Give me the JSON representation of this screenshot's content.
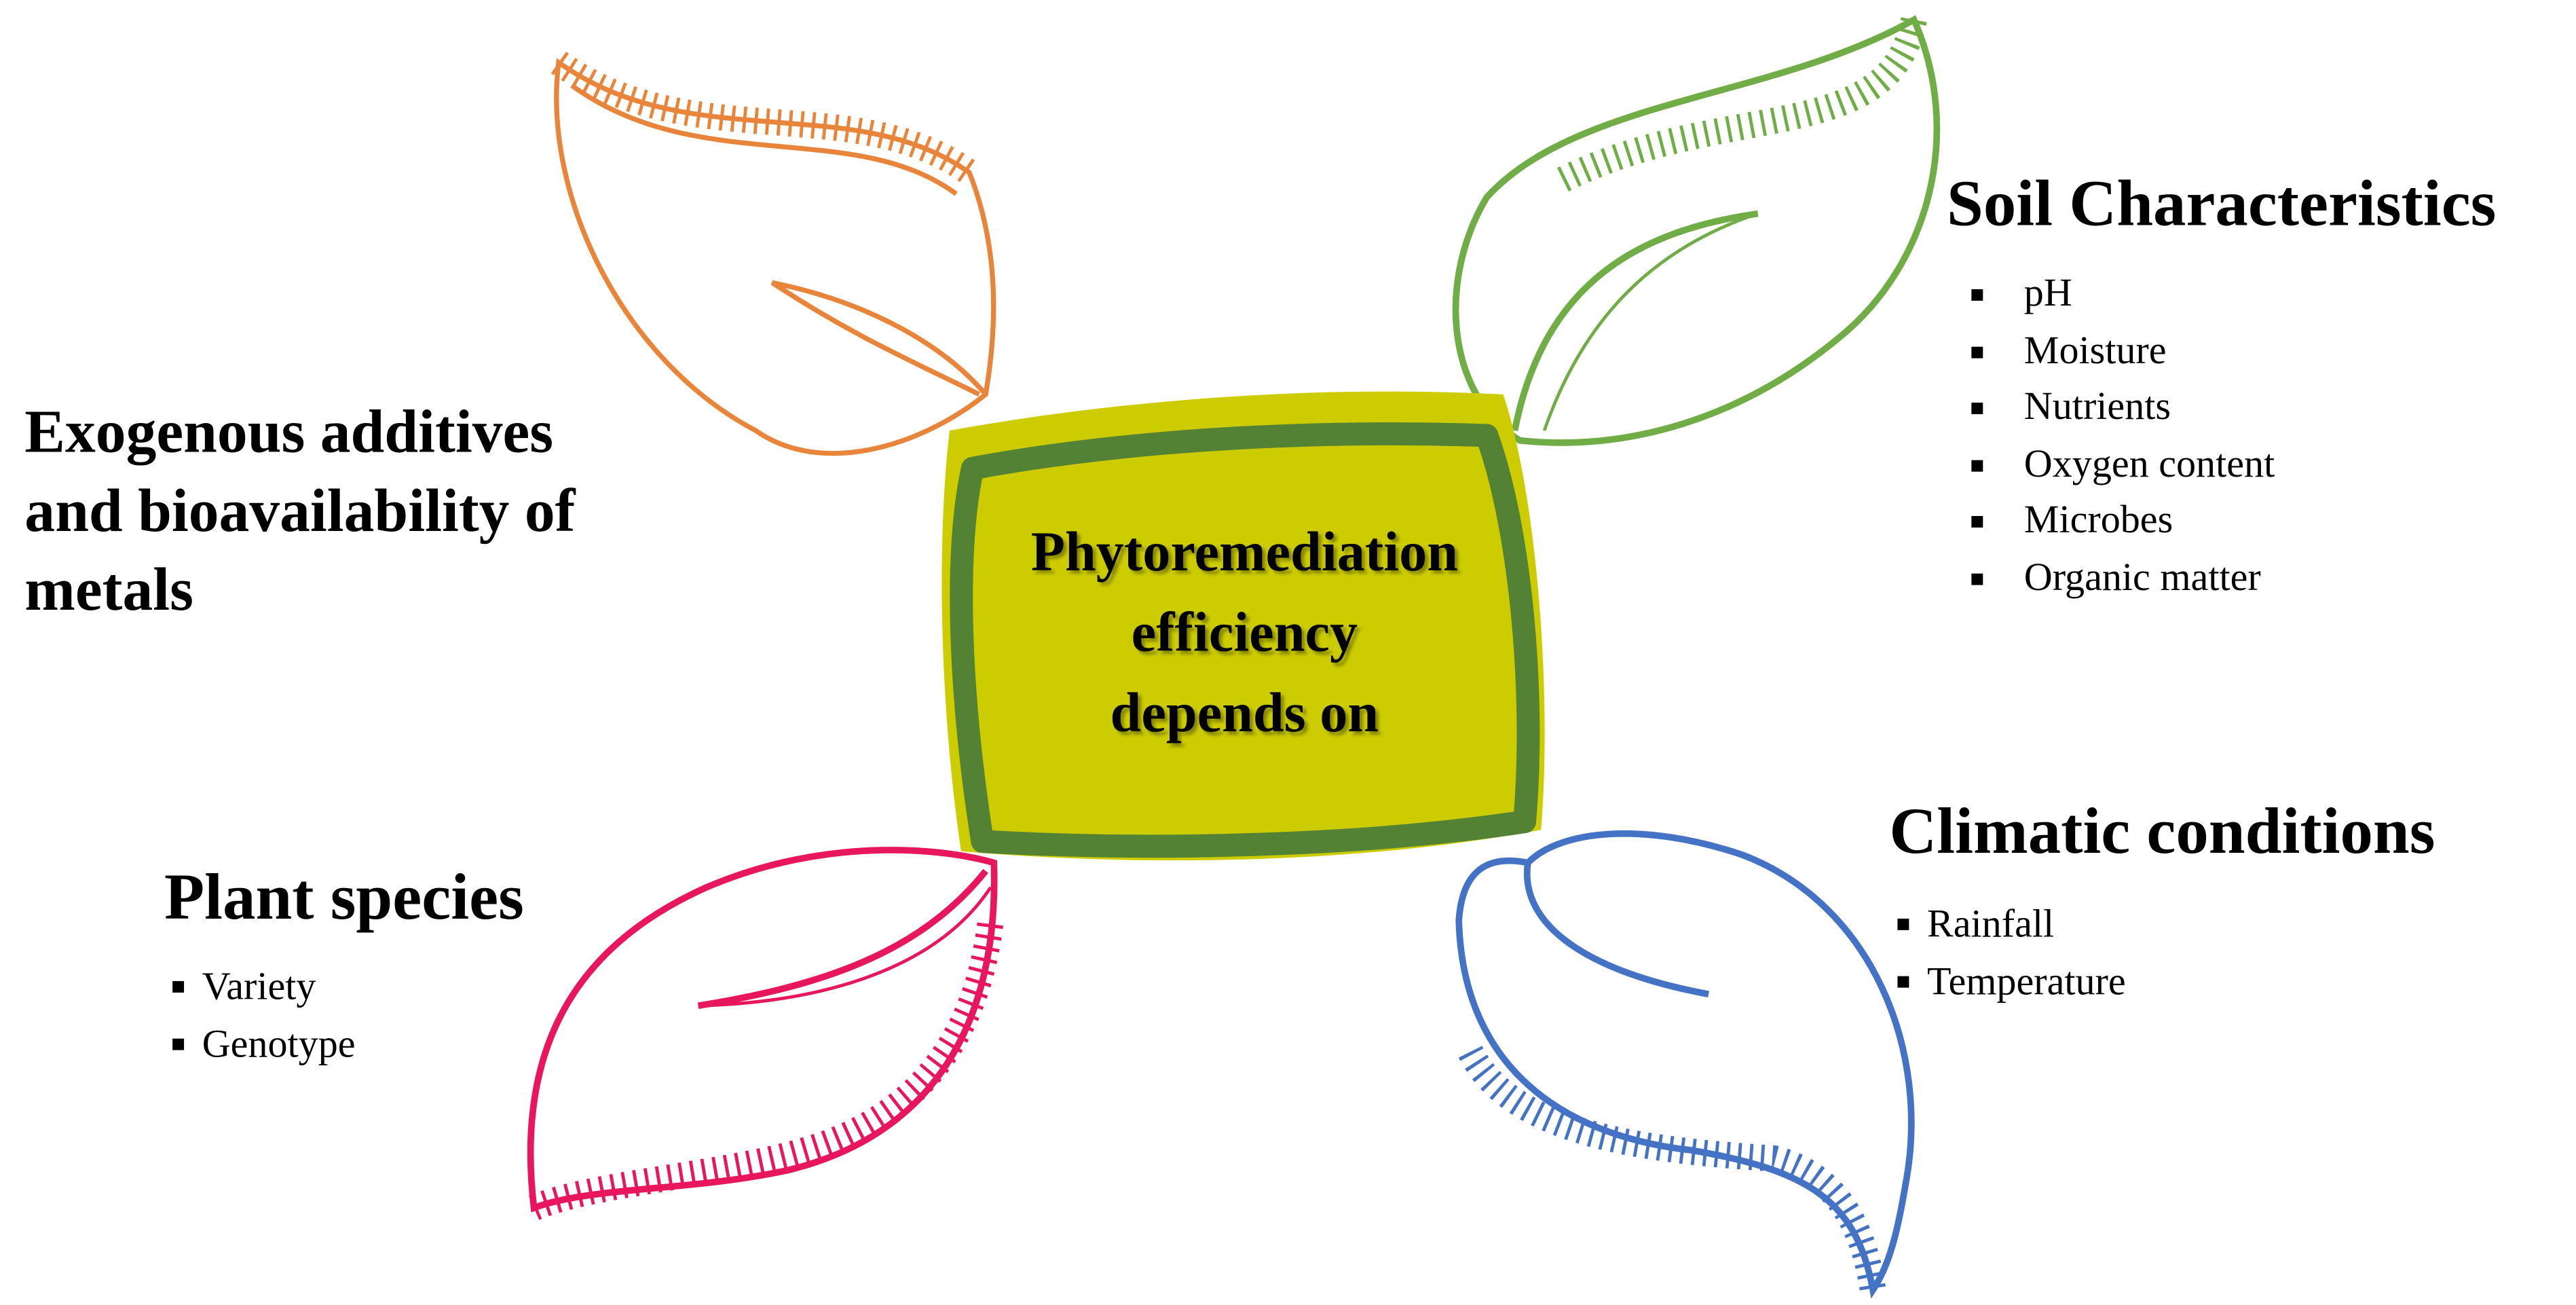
{
  "center": {
    "lines": [
      "Phytoremediation",
      "efficiency",
      "depends on"
    ]
  },
  "soil": {
    "title": "Soil Characteristics",
    "items": [
      "pH",
      "Moisture",
      "Nutrients",
      "Oxygen content",
      "Microbes",
      "Organic matter"
    ]
  },
  "exogenous": {
    "lines": [
      "Exogenous additives",
      "and bioavailability of",
      "metals"
    ]
  },
  "climatic": {
    "title": "Climatic conditions",
    "items": [
      "Rainfall",
      "Temperature"
    ]
  },
  "plant": {
    "title": "Plant species",
    "items": [
      "Variety",
      "Genotype"
    ]
  },
  "colors": {
    "orange": "#E8853A",
    "green": "#70AD47",
    "pink": "#E8175D",
    "blue": "#4472C4",
    "box_fill": "#CCCC00",
    "box_border": "#548235"
  }
}
